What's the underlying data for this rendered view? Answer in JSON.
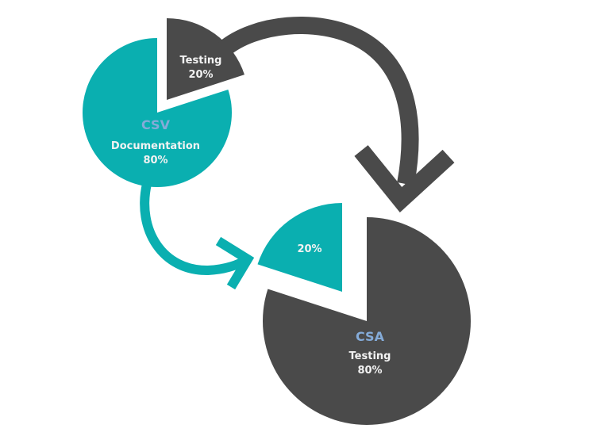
{
  "colors": {
    "teal": "#0aafb0",
    "dark": "#4a4a4a",
    "label_blue": "#84abd8",
    "text_light": "#f2f2f2"
  },
  "csv_pie": {
    "title": "CSV",
    "main_label": "Documentation",
    "main_value": "80%",
    "main_percent": 80,
    "exploded_label": "Testing",
    "exploded_value": "20%",
    "exploded_percent": 20
  },
  "csa_pie": {
    "title": "CSA",
    "main_label": "Testing",
    "main_value": "80%",
    "main_percent": 80,
    "exploded_value": "20%",
    "exploded_percent": 20
  },
  "arrows": {
    "csv_to_csa_teal": "Documentation share flows from CSV to CSA",
    "testing_cycle_dark": "Testing share flows from CSV to CSA"
  }
}
